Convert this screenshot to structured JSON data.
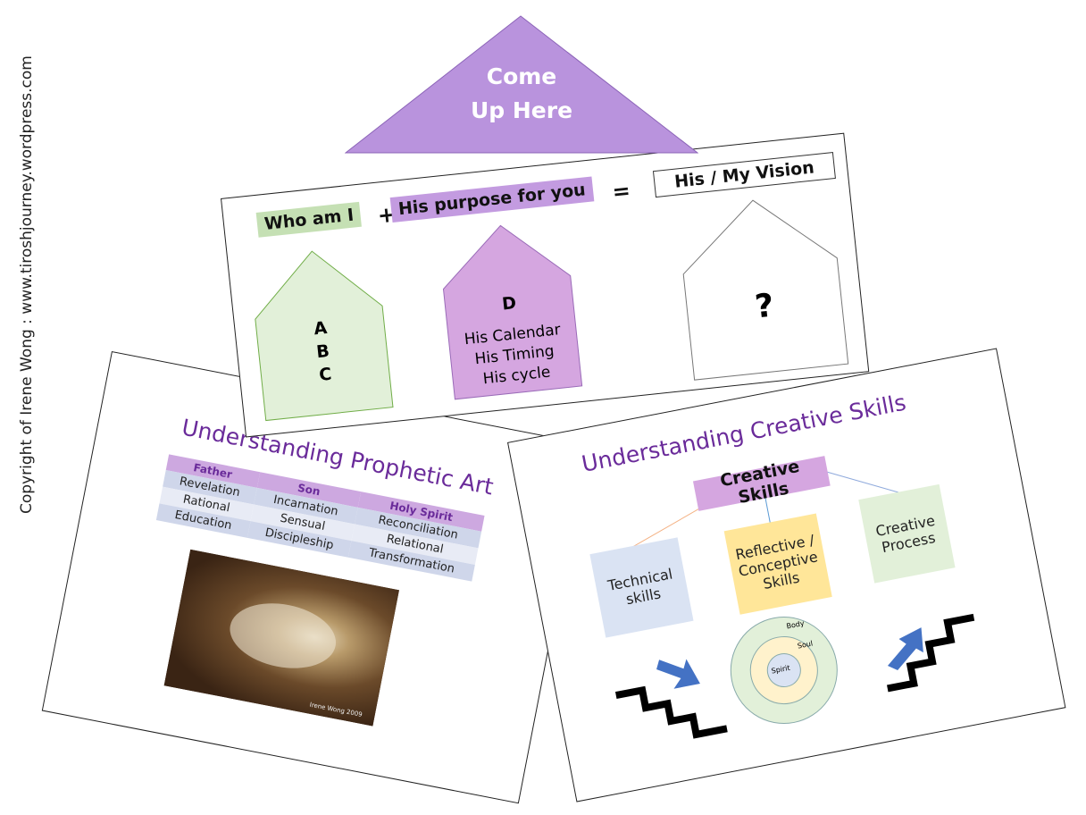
{
  "copyright": "Copyright of Irene Wong : www.tiroshjourney.wordpress.com",
  "triangle": {
    "line1": "Come",
    "line2": "Up Here",
    "color": "#b993dd"
  },
  "vision_slide": {
    "who_label": "Who am I",
    "plus": "+",
    "purpose_label": "His purpose for you",
    "equals": "=",
    "vision_label": "His / My Vision",
    "green_house": [
      "A",
      "B",
      "C"
    ],
    "purple_house": {
      "letter": "D",
      "lines": [
        "His Calendar",
        "His Timing",
        "His cycle"
      ]
    },
    "white_house": "?"
  },
  "prophetic_slide": {
    "title": "Understanding Prophetic Art",
    "headers": [
      "Father",
      "Son",
      "Holy Spirit"
    ],
    "rows": [
      [
        "Revelation",
        "Incarnation",
        "Reconciliation"
      ],
      [
        "Rational",
        "Sensual",
        "Relational"
      ],
      [
        "Education",
        "Discipleship",
        "Transformation"
      ]
    ],
    "painting_signature": "Irene Wong 2009"
  },
  "creative_slide": {
    "title": "Understanding Creative Skills",
    "main_box": "Creative Skills",
    "technical": "Technical skills",
    "reflective": "Reflective / Conceptive Skills",
    "process": "Creative Process",
    "circles": {
      "outer": "Body",
      "middle": "Soul",
      "inner": "Spirit"
    }
  }
}
